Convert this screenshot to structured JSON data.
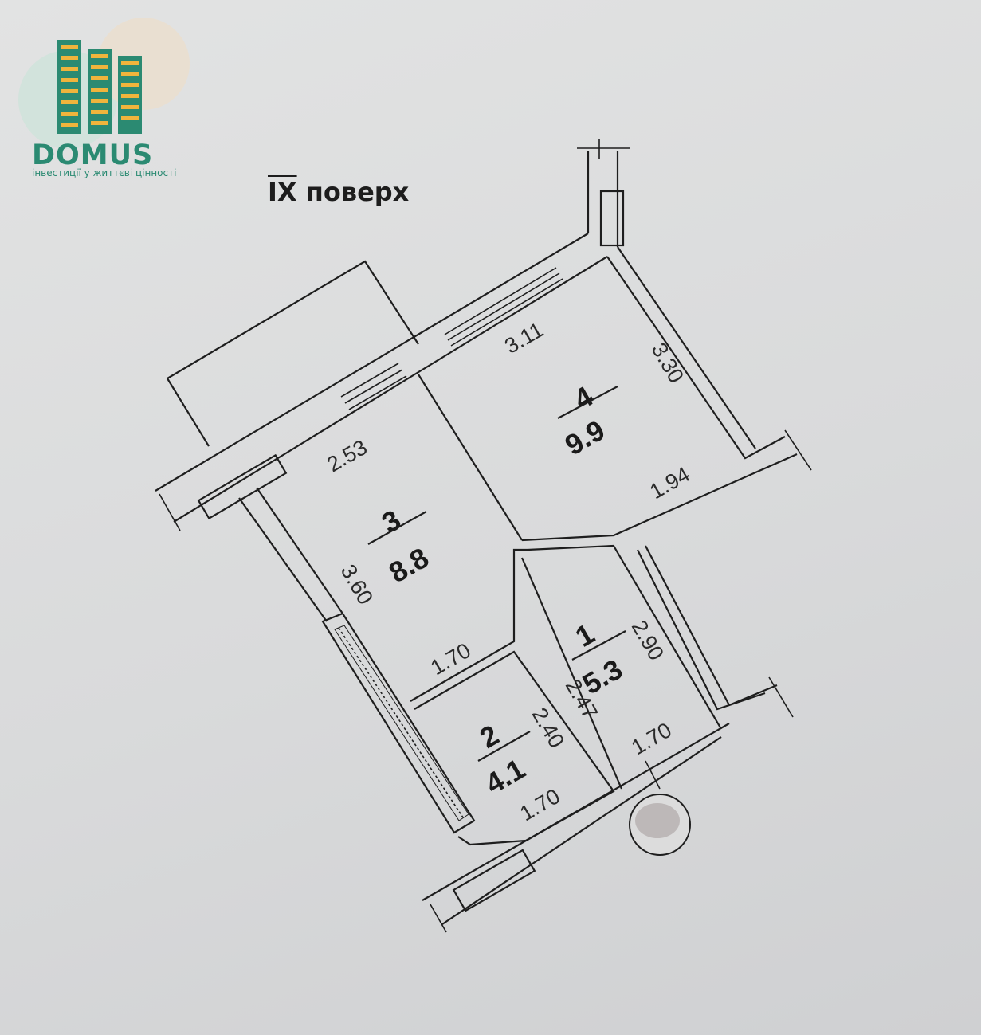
{
  "logo": {
    "name": "DOMUS",
    "tagline": "інвестиції у життєві цінності"
  },
  "floor_title": {
    "roman": "IX",
    "word": "поверх"
  },
  "rooms": [
    {
      "number": "1",
      "area": "5.3"
    },
    {
      "number": "2",
      "area": "4.1"
    },
    {
      "number": "3",
      "area": "8.8"
    },
    {
      "number": "4",
      "area": "9.9"
    }
  ],
  "dimensions": {
    "room4_top": "3.11",
    "room4_right": "3.30",
    "room4_bottom": "1.94",
    "room3_top": "2.53",
    "room3_left": "3.60",
    "room3_bottom": "1.70",
    "room1_right": "2.90",
    "room1_left": "2.47",
    "room1_bottom": "1.70",
    "room2_right": "2.40",
    "room2_bottom": "1.70"
  },
  "colors": {
    "brand": "#2b8a72",
    "brand_light": "#6cb69a",
    "accent": "#f0b43c"
  }
}
